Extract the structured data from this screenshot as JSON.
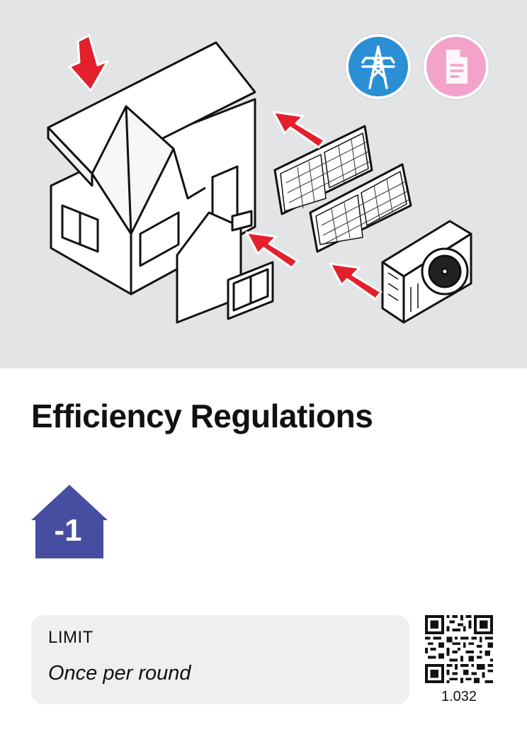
{
  "card": {
    "title": "Efficiency Regulations",
    "cost": "-1",
    "limit_label": "LIMIT",
    "limit_text": "Once per round",
    "card_id": "1.032"
  },
  "icons": {
    "category_1": "power-pylon-icon",
    "category_2": "document-icon",
    "cost_shape": "house-icon",
    "code": "qr-code-icon"
  },
  "colors": {
    "art_background": "#e3e4e6",
    "pylon_badge": "#2b8fd6",
    "document_badge": "#f3a3c9",
    "cost_badge": "#454ea0",
    "arrow": "#e3202b",
    "limit_box": "#eeeff1"
  }
}
